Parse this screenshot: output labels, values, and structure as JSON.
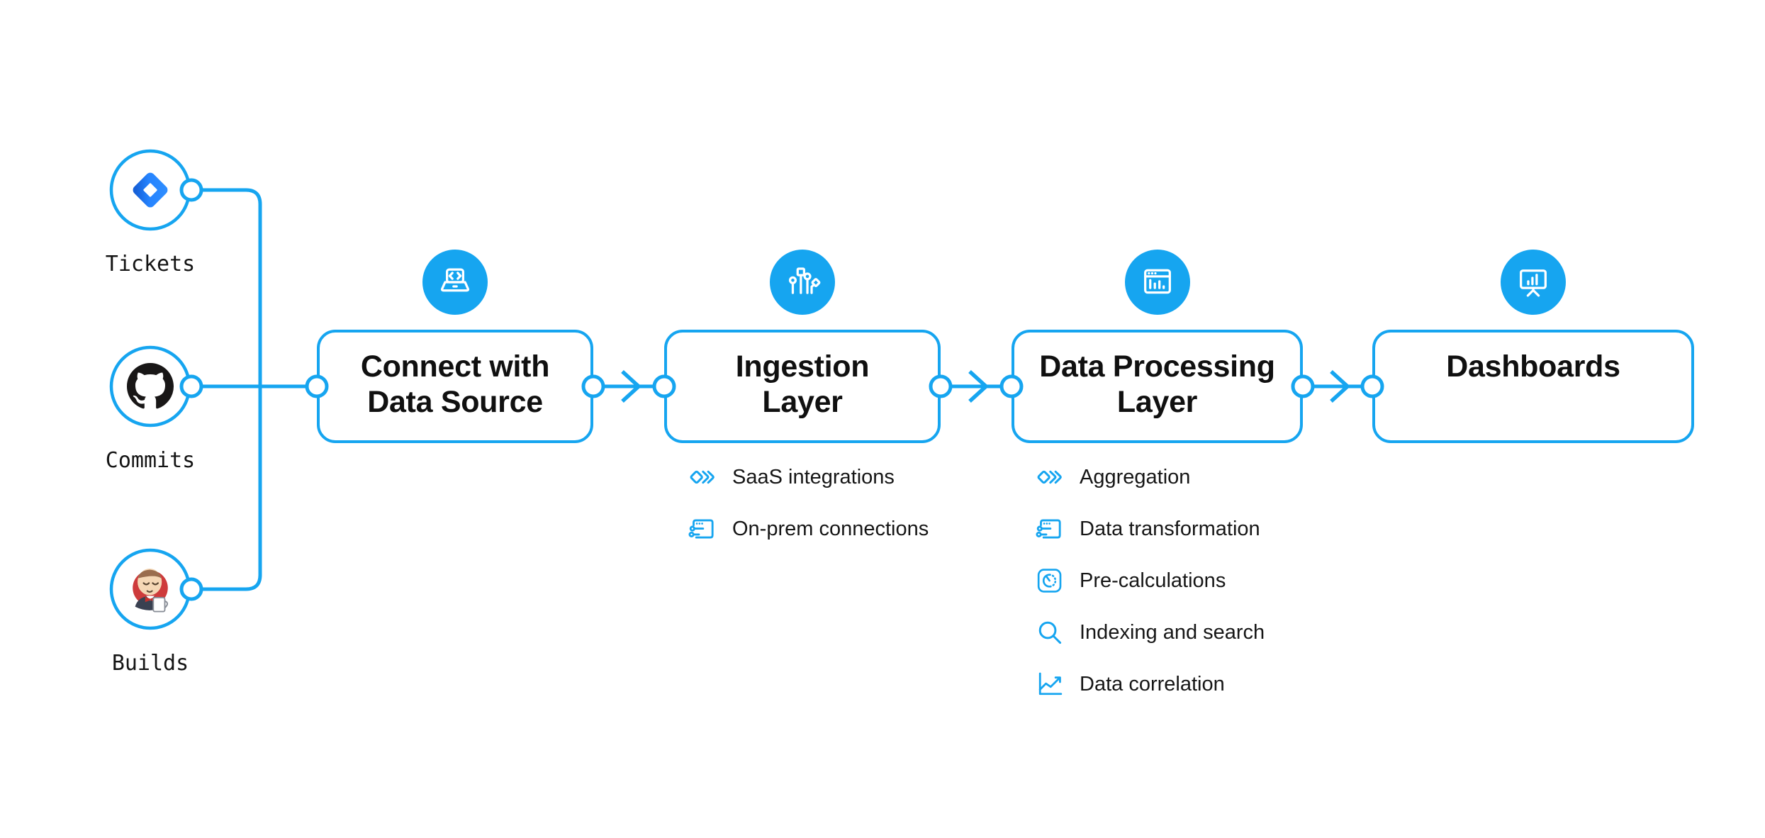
{
  "colors": {
    "accent": "#16A5F0",
    "jira_blue": "#2684FF",
    "jira_blue_dark": "#1660D8",
    "github_black": "#191717",
    "jenkins_red": "#CE3B3B",
    "text": "#121212",
    "background": "#FFFFFF"
  },
  "sources": [
    {
      "label": "Tickets",
      "icon": "jira-icon"
    },
    {
      "label": "Commits",
      "icon": "github-icon"
    },
    {
      "label": "Builds",
      "icon": "jenkins-icon"
    }
  ],
  "stages": [
    {
      "title": "Connect with Data Source",
      "title_lines": [
        "Connect with",
        "Data Source"
      ],
      "icon": "laptop-code-icon",
      "features": []
    },
    {
      "title": "Ingestion Layer",
      "title_lines": [
        "Ingestion",
        "Layer"
      ],
      "icon": "ingestion-circuit-icon",
      "features": [
        {
          "icon": "diamonds-icon",
          "label": "SaaS integrations"
        },
        {
          "icon": "window-sliders-icon",
          "label": "On-prem connections"
        }
      ]
    },
    {
      "title": "Data Processing Layer",
      "title_lines": [
        "Data Processing",
        "Layer"
      ],
      "icon": "window-chart-icon",
      "features": [
        {
          "icon": "diamonds-icon",
          "label": "Aggregation"
        },
        {
          "icon": "window-sliders-icon",
          "label": "Data transformation"
        },
        {
          "icon": "gauge-icon",
          "label": "Pre-calculations"
        },
        {
          "icon": "search-icon",
          "label": "Indexing and search"
        },
        {
          "icon": "chart-line-icon",
          "label": "Data correlation"
        }
      ]
    },
    {
      "title": "Dashboards",
      "title_lines": [
        "Dashboards"
      ],
      "icon": "presentation-chart-icon",
      "features": []
    }
  ]
}
